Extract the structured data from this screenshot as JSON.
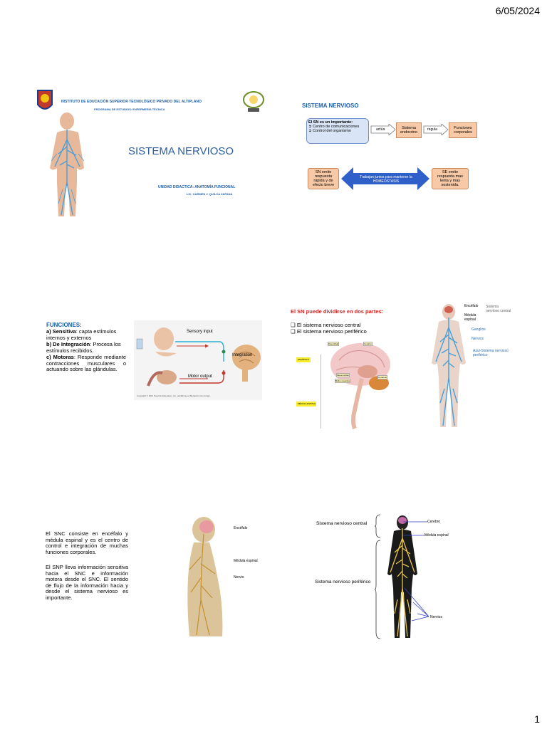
{
  "header": {
    "date": "6/05/2024"
  },
  "footer": {
    "page_number": "1"
  },
  "slide1": {
    "institute": "INSTITUTO DE EDUCACIÓN SUPERIOR TECNOLÓGICO PRIVADO DEL ALTIPLANO",
    "program": "PROGRAMA DE ESTUDIOS: ENFERMERÍA TÉCNICA",
    "title": "SISTEMA NERVIOSO",
    "unit": "UNIDAD DIDACTICA: ANATOMÍA FUNCIONAL",
    "author": "LIC. CARMEN J. QUILCA ZAPANA"
  },
  "slide2": {
    "title": "SISTEMA NERVIOSO",
    "box_title": "El SN es un importante:",
    "box_items": [
      "Centro de comunicaciones",
      "Control del organismo"
    ],
    "arrow1": "actúa",
    "box_endocrine": "Sistema endocrino",
    "arrow2": "regula",
    "box_functions": "Funciones corporales",
    "box_left": "SN emite respuesta rápida y de efecto breve",
    "arrow_center": "Trabajan juntos para mantener la HOMEOSTASIS",
    "box_right": "SE emite respuesta mas lenta y mas sostenida."
  },
  "slide3": {
    "heading": "FUNCIONES:",
    "items": [
      {
        "label": "a) Sensitiva",
        "text": ": capta estímulos internos y externos"
      },
      {
        "label": "b) De Integración",
        "text": ": Procesa los estímulos recibidos."
      },
      {
        "label": "c) Motoras",
        "text": ": Responde mediante contracciones musculares o actuando sobre las glándulas."
      }
    ],
    "fig_sensory": "Sensory input",
    "fig_integration": "Integration",
    "fig_motor": "Motor output",
    "fig_copyright": "Copyright © 2011 Pearson Education, Inc. publishing as Benjamin Cummings."
  },
  "slide4": {
    "heading": "El SN puede dividirse en dos partes:",
    "items": [
      "El sistema nervioso central",
      "El sistema nervioso periférico"
    ],
    "brain_labels": {
      "encefalo": "ENCÉFALO",
      "medula": "MÉDULA ESPINAL",
      "cerebro": "Cerebro",
      "diencefalo": "Diencéfalo",
      "tronco": "Tronco",
      "bulbo": "Bulbo raquídeo",
      "cerebelo": "Cerebelo",
      "mesencefalo": "Mesencéfalo"
    },
    "body_labels": {
      "encefalo": "Encéfalo",
      "medula": "Médula espinal",
      "central": "Sistema nervioso central",
      "ganglios": "Ganglios",
      "nervios": "Nervios",
      "azul": "Azul-Sistema nervioso periférico"
    }
  },
  "slide5": {
    "para1": "El SNC consiste en encéfalo y médula espinal y es el centro de control e integración de muchas funciones corporales.",
    "para2": "El SNP lleva información sensitiva hacia el SNC e información motora desde el SNC. El sentido de flujo de la información hacia y desde el sistema nervioso es importante.",
    "labels": [
      "Encéfalo",
      "Médula espinal",
      "Nervio"
    ]
  },
  "slide6": {
    "label_central": "Sistema nervioso central",
    "label_peripheral": "Sistema nervioso periférico",
    "labels": [
      "Cerebro",
      "Médula espinal",
      "Nervios"
    ]
  },
  "colors": {
    "blue_heading": "#1f5faa",
    "red_heading": "#e02020",
    "peach": "#f8c9a6",
    "nerve_blue": "#4a9fd8",
    "nerve_yellow": "#e8c44a"
  }
}
